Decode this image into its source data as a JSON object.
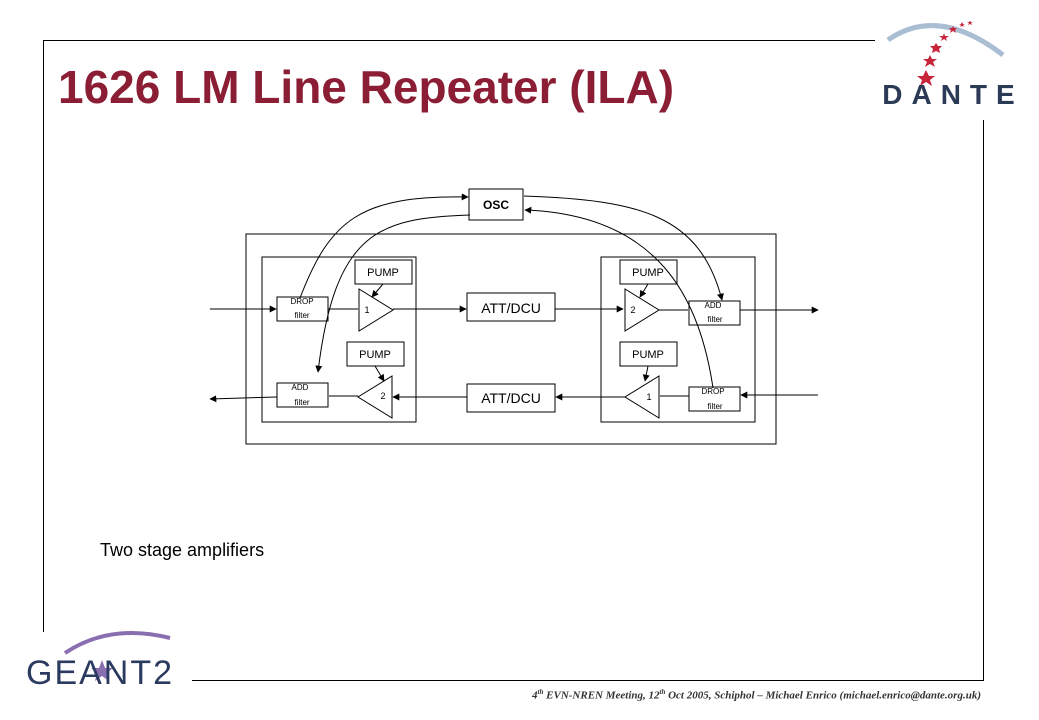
{
  "slide": {
    "title": "1626 LM Line Repeater (ILA)",
    "subtitle": "Two stage amplifiers",
    "footer": {
      "sup1": "th",
      "part1": " EVN-NREN Meeting, 12",
      "sup2": "th",
      "part2": " Oct 2005, Schiphol – Michael Enrico (michael.enrico@dante.org.uk)",
      "num": "4"
    }
  },
  "logos": {
    "dante": "DANTE",
    "geant": "GEANT2"
  },
  "diagram": {
    "osc": "OSC",
    "pump": "PUMP",
    "att_dcu": "ATT/DCU",
    "drop_line1": "DROP",
    "add_line1": "ADD",
    "filter": "filter",
    "amp1": "1",
    "amp2": "2"
  },
  "colors": {
    "title": "#8b1d34",
    "dante_text": "#2b3a55",
    "dante_stars": "#c8243a",
    "geant_text": "#2a3b5f",
    "geant_swoosh": "#8a6fb0"
  }
}
